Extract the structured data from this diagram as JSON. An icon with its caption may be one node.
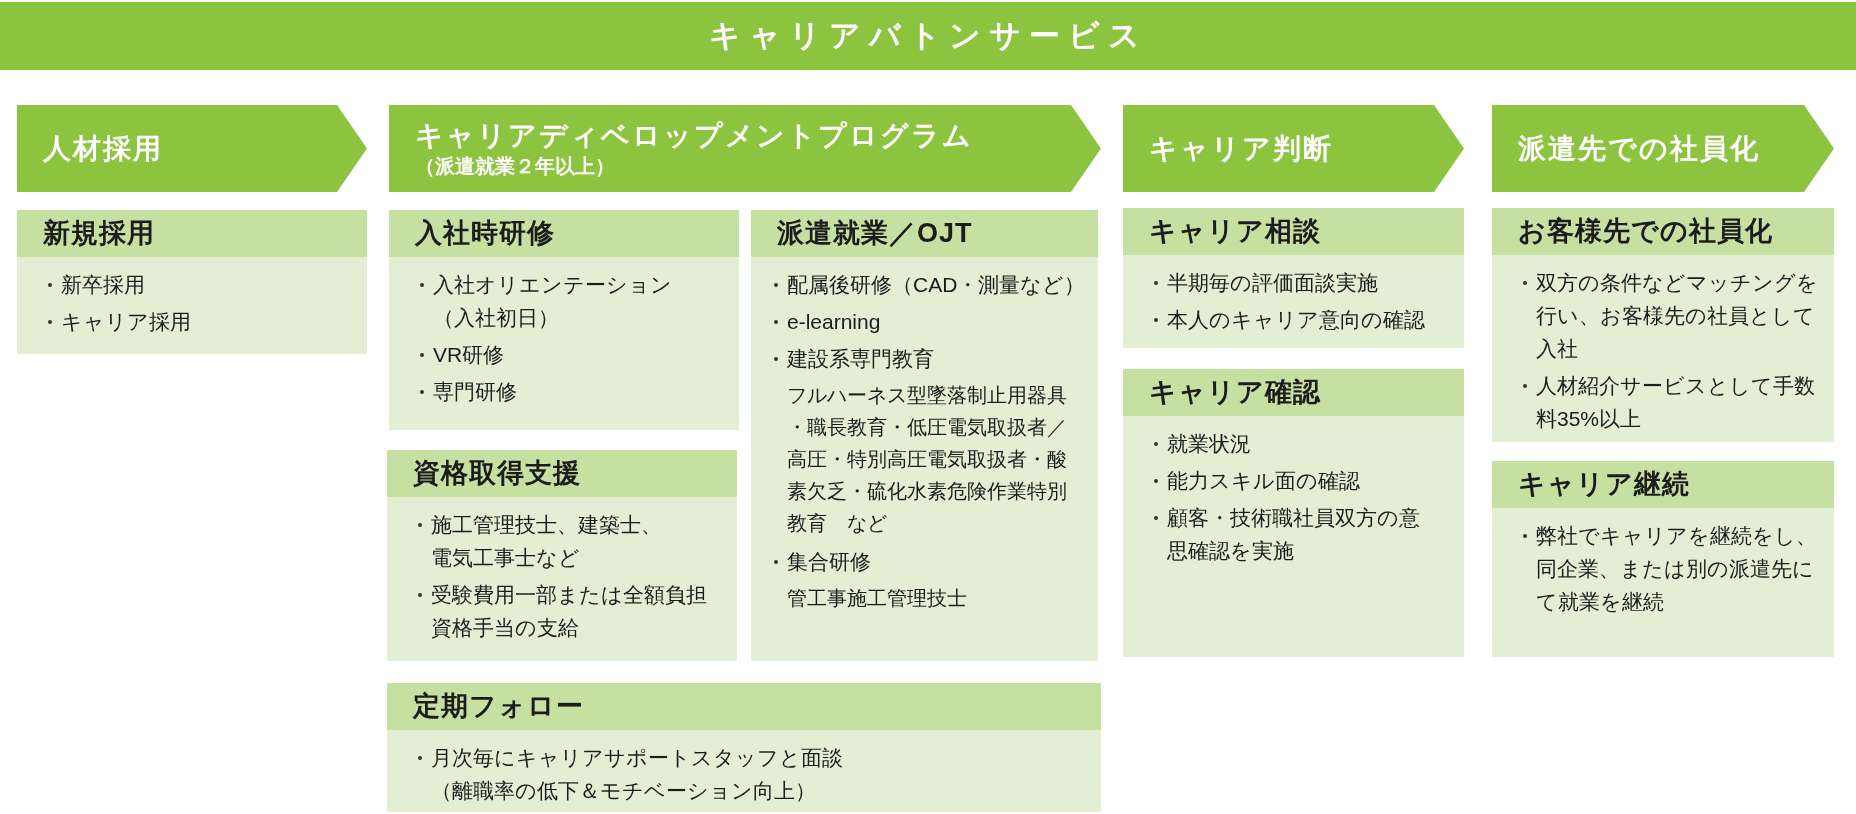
{
  "diagram": {
    "title": "キャリアバトンサービス",
    "nodes": [
      {
        "text": [
          "人材採用"
        ]
      },
      {
        "text": [
          "キャリアディベロップメントプログラム",
          "（派遣就業２年以上）"
        ]
      },
      {
        "text": [
          "キャリア判断"
        ]
      },
      {
        "text": [
          "派遣先での社員化"
        ]
      },
      {
        "text": [
          "新規採用",
          "新卒採用",
          "キャリア採用"
        ]
      },
      {
        "text": [
          "入社時研修",
          "入社オリエンテーション（入社初日）",
          "VR研修",
          "専門研修"
        ]
      },
      {
        "text": [
          "派遣就業／OJT",
          "配属後研修（CAD・測量など）",
          "e-learning",
          "建設系専門教育",
          "フルハーネス型墜落制止用器具・職長教育・低圧電気取扱者／高圧・特別高圧電気取扱者・酸素欠乏・硫化水素危険作業特別教育　など",
          "集合研修",
          "管工事施工管理技士"
        ]
      },
      {
        "text": [
          "資格取得支援",
          "施工管理技士、建築士、電気工事士など",
          "受験費用一部または全額負担資格手当の支給"
        ]
      },
      {
        "text": [
          "定期フォロー",
          "月次毎にキャリアサポートスタッフと面談（離職率の低下＆モチベーション向上）"
        ]
      },
      {
        "text": [
          "キャリア相談",
          "半期毎の評価面談実施",
          "本人のキャリア意向の確認"
        ]
      },
      {
        "text": [
          "キャリア確認",
          "就業状況",
          "能力スキル面の確認",
          "顧客・技術職社員双方の意思確認を実施"
        ]
      },
      {
        "text": [
          "お客様先での社員化",
          "双方の条件などマッチングを行い、お客様先の社員として入社",
          "人材紹介サービスとして手数料35%以上"
        ]
      },
      {
        "text": [
          "キャリア継続",
          "弊社でキャリアを継続をし、同企業、または別の派遣先にて就業を継続"
        ]
      }
    ]
  }
}
